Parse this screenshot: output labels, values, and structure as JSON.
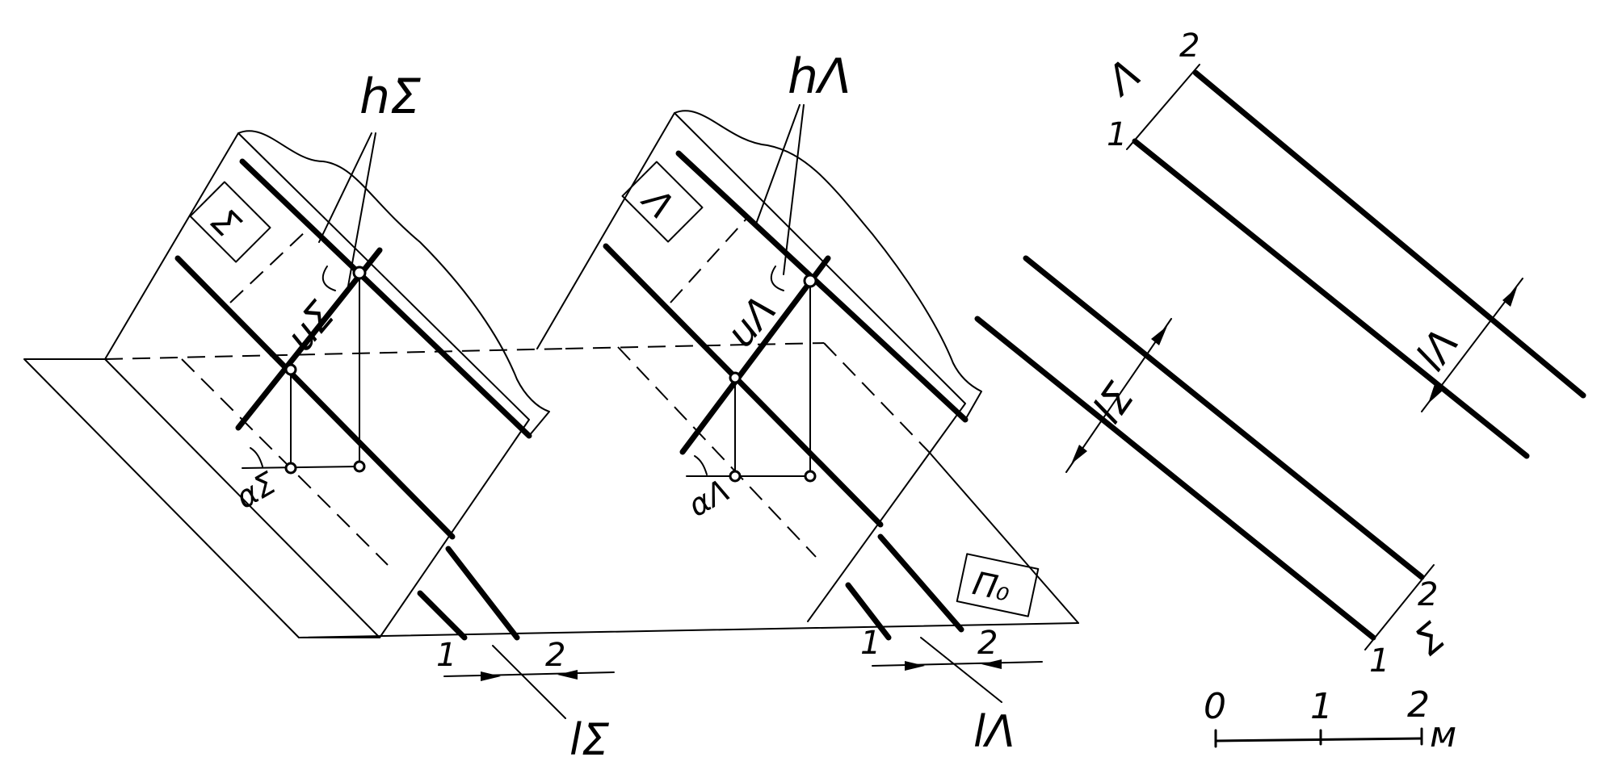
{
  "labels": {
    "h_sigma": "hΣ",
    "h_lambda": "hΛ",
    "sigma_box": "Σ",
    "lambda_box": "Λ",
    "pi0_box": "Π₀",
    "u_sigma": "uΣ",
    "u_lambda": "uΛ",
    "alpha_sigma": "αΣ",
    "alpha_lambda": "αΛ",
    "l_sigma": "lΣ",
    "l_lambda": "lΛ",
    "l_sigma_right": "lΣ",
    "l_lambda_right": "lΛ",
    "one_a": "1",
    "two_a": "2",
    "one_b": "1",
    "two_b": "2",
    "lambda_right": "Λ",
    "one_right_top": "1",
    "two_right_top": "2",
    "sigma_right": "Σ",
    "one_right_bottom": "1",
    "two_right_bottom": "2"
  },
  "scale_bar": {
    "ticks": [
      "0",
      "1",
      "2"
    ],
    "unit": "м"
  }
}
